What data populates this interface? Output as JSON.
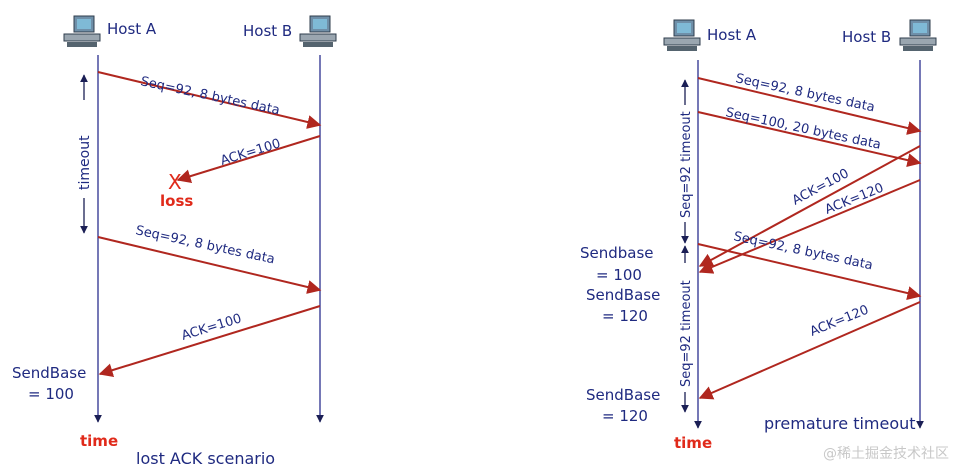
{
  "left": {
    "host_a": "Host A",
    "host_b": "Host B",
    "timeout": "timeout",
    "msg1": "Seq=92, 8 bytes data",
    "ack1": "ACK=100",
    "loss_mark": "X",
    "loss": "loss",
    "msg2": "Seq=92, 8 bytes data",
    "ack2": "ACK=100",
    "sendbase_1": "SendBase",
    "sendbase_2": "= 100",
    "time": "time",
    "caption": "lost ACK scenario"
  },
  "right": {
    "host_a": "Host A",
    "host_b": "Host B",
    "timeout_1": "Seq=92 timeout",
    "timeout_2": "Seq=92 timeout",
    "msg1": "Seq=92, 8 bytes data",
    "msg2": "Seq=100, 20 bytes data",
    "ack1": "ACK=100",
    "ack2": "ACK=120",
    "msg3": "Seq=92, 8 bytes data",
    "ack3": "ACK=120",
    "sb1_a": "Sendbase",
    "sb1_b": "= 100",
    "sb2_a": "SendBase",
    "sb2_b": "= 120",
    "sb3_a": "SendBase",
    "sb3_b": "= 120",
    "time": "time",
    "caption": "premature timeout"
  },
  "watermark": "@稀土掘金技术社区",
  "colors": {
    "arrow": "#b0271f",
    "line": "#2b2f8f",
    "text": "#1f2a80",
    "accent": "#e02a1a"
  },
  "icons": [
    "computer-icon"
  ]
}
